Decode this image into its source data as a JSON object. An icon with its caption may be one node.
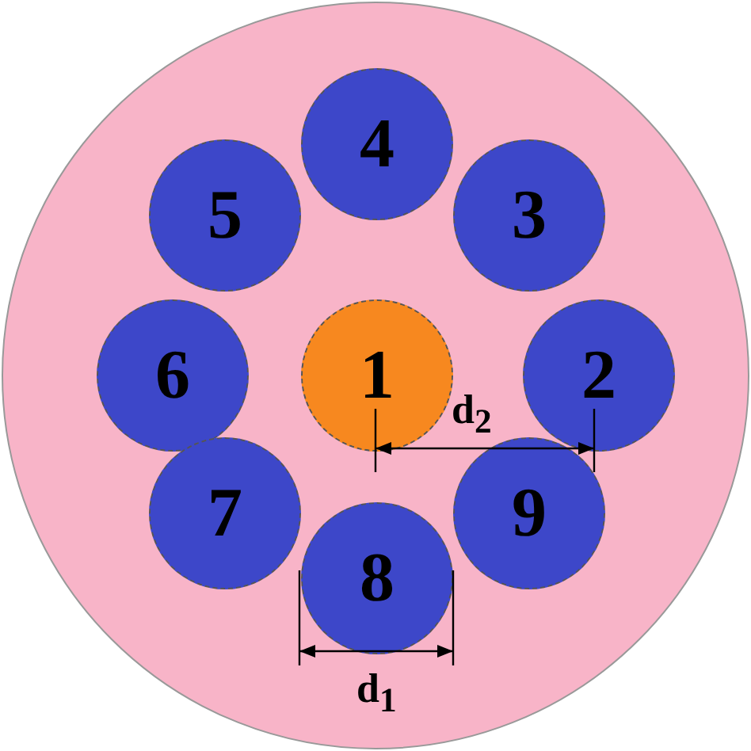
{
  "diagram": {
    "nodes": [
      {
        "text": [],
        "shape": "circle"
      },
      {
        "text": [
          "4"
        ],
        "in": 0
      },
      {
        "text": [
          "5"
        ],
        "in": 0
      },
      {
        "text": [
          "3"
        ],
        "in": 0
      },
      {
        "text": [
          "6"
        ],
        "in": 0
      },
      {
        "text": [
          "1"
        ],
        "in": 0
      },
      {
        "text": [
          "2"
        ],
        "in": 0
      },
      {
        "text": [
          "7"
        ],
        "in": 0
      },
      {
        "text": [
          "9"
        ],
        "in": 0
      },
      {
        "text": [
          "8"
        ],
        "in": 0
      }
    ],
    "labels": [
      "d$_{2}$",
      "d$_{1}$"
    ]
  }
}
